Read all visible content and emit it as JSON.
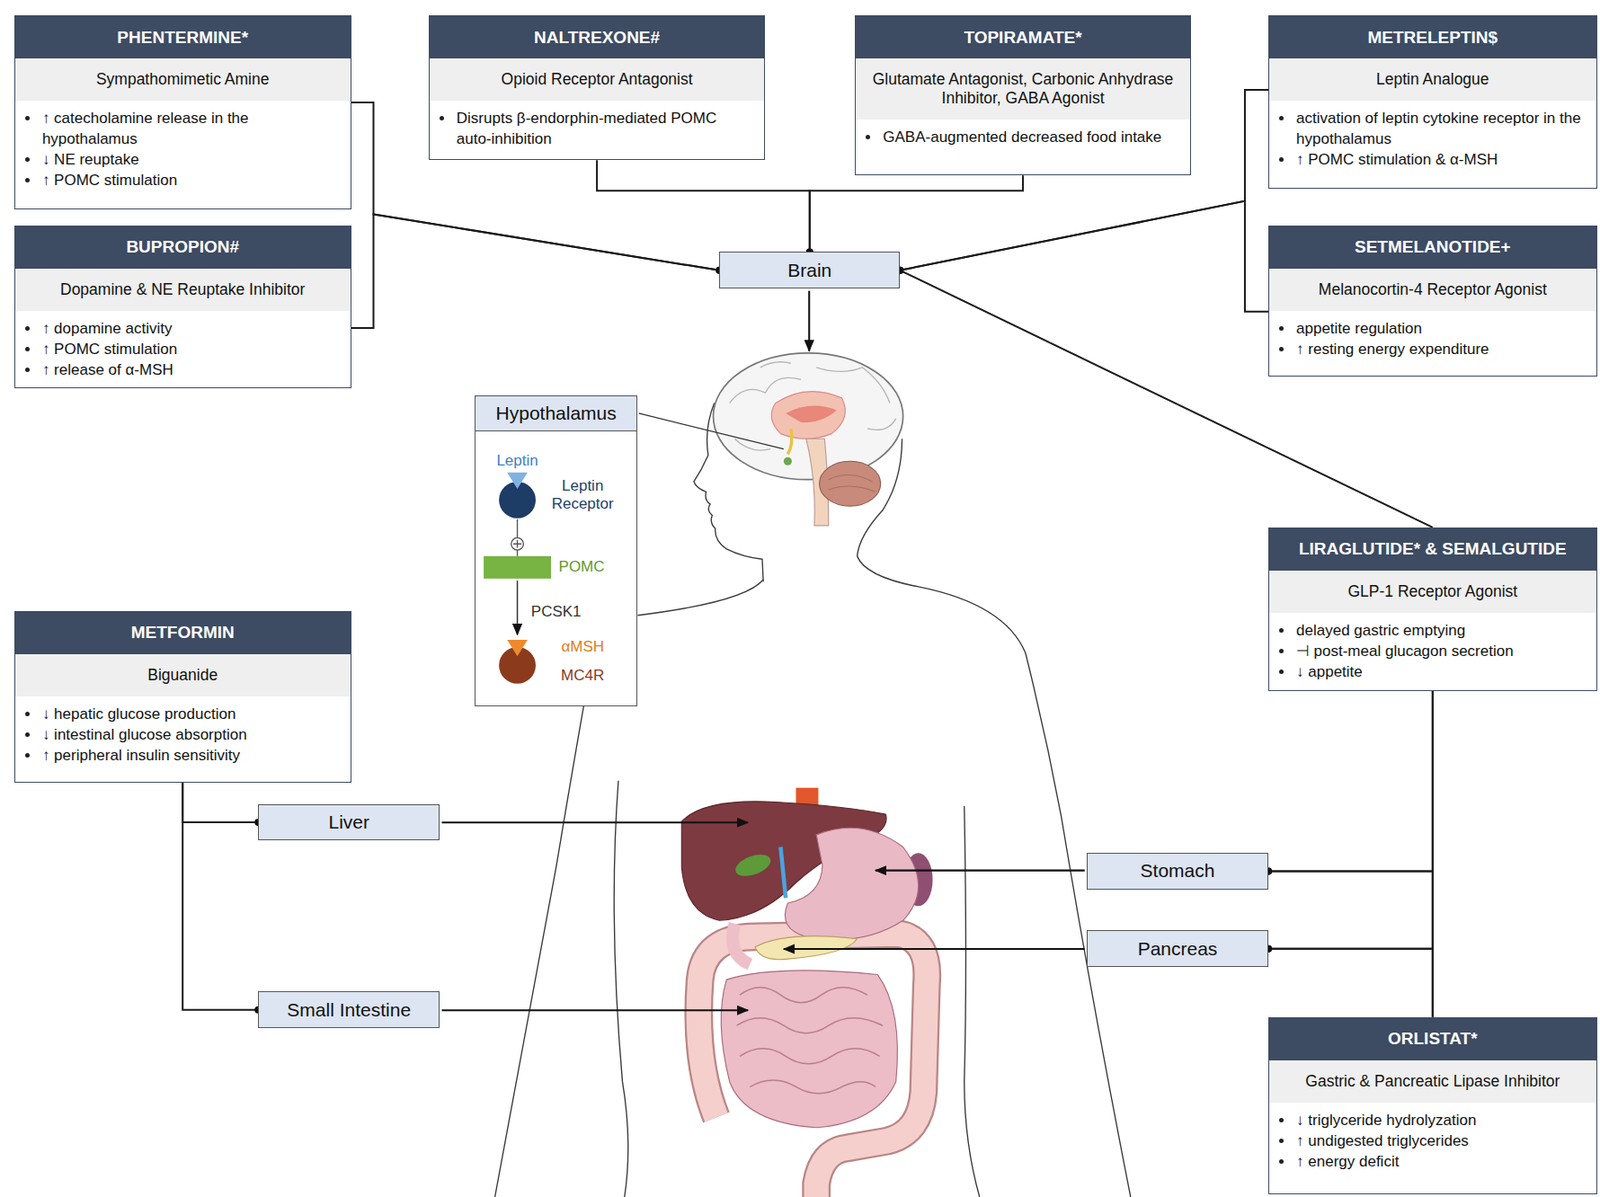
{
  "diagram": {
    "nodes": [
      {
        "text": [
          "PHENTERMINE*",
          "Sympathomimetic Amine",
          "↑ catecholamine release in the hypothalamus",
          "↓ NE reuptake",
          "↑ POMC stimulation"
        ]
      },
      {
        "text": [
          "NALTREXONE#",
          "Opioid Receptor Antagonist",
          "Disrupts β-endorphin-mediated POMC auto-inhibition"
        ]
      },
      {
        "text": [
          "TOPIRAMATE*",
          "Glutamate Antagonist, Carbonic Anhydrase Inhibitor, GABA Agonist",
          "GABA-augmented decreased food intake"
        ]
      },
      {
        "text": [
          "METRELEPTIN$",
          "Leptin Analogue",
          "activation of leptin cytokine receptor in the hypothalamus",
          "↑ POMC stimulation & α-MSH"
        ]
      },
      {
        "text": [
          "BUPROPION#",
          "Dopamine & NE Reuptake Inhibitor",
          "↑ dopamine activity",
          "↑ POMC stimulation",
          "↑ release of α-MSH"
        ]
      },
      {
        "text": [
          "Brain"
        ]
      },
      {
        "text": [
          "SETMELANOTIDE+",
          "Melanocortin-4 Receptor Agonist",
          "appetite regulation",
          "↑ resting energy expenditure"
        ]
      },
      {
        "text": [
          "Hypothalamus"
        ]
      },
      {
        "text": [
          "LIRAGLUTIDE* & SEMALGUTIDE",
          "GLP-1 Receptor Agonist",
          "delayed gastric emptying",
          "⊣ post-meal glucagon secretion",
          "↓ appetite"
        ]
      },
      {
        "text": [
          "METFORMIN",
          "Biguanide",
          "↓ hepatic glucose production",
          "↓ intestinal glucose absorption",
          "↑ peripheral insulin sensitivity"
        ]
      },
      {
        "text": [
          "Liver"
        ]
      },
      {
        "text": [
          "Stomach"
        ]
      },
      {
        "text": [
          "Pancreas"
        ]
      },
      {
        "text": [
          "Small Intestine"
        ]
      },
      {
        "text": [
          "ORLISTAT*",
          "Gastric & Pancreatic Lipase Inhibitor",
          "↓ triglyceride hydrolyzation",
          "↑ undigested triglycerides",
          "↑ energy deficit"
        ]
      }
    ],
    "edges": [
      {
        "from": 0,
        "to": 5,
        "arrow": "none"
      },
      {
        "from": 4,
        "to": 5,
        "arrow": "none"
      },
      {
        "from": 1,
        "to": 5,
        "arrow": "none"
      },
      {
        "from": 2,
        "to": 5,
        "arrow": "none"
      },
      {
        "from": 3,
        "to": 5,
        "arrow": "none"
      },
      {
        "from": 6,
        "to": 5,
        "arrow": "none"
      },
      {
        "from": 8,
        "to": 5,
        "arrow": "none"
      },
      {
        "from": 8,
        "to": 11,
        "arrow": "none"
      },
      {
        "from": 8,
        "to": 12,
        "arrow": "none"
      },
      {
        "from": 14,
        "to": 11,
        "arrow": "none"
      },
      {
        "from": 14,
        "to": 12,
        "arrow": "none"
      },
      {
        "from": 9,
        "to": 10,
        "arrow": "none"
      },
      {
        "from": 9,
        "to": 13,
        "arrow": "none"
      }
    ],
    "labels": [
      "Leptin",
      "Leptin Receptor",
      "POMC",
      "PCSK1",
      "αMSH",
      "MC4R"
    ]
  }
}
